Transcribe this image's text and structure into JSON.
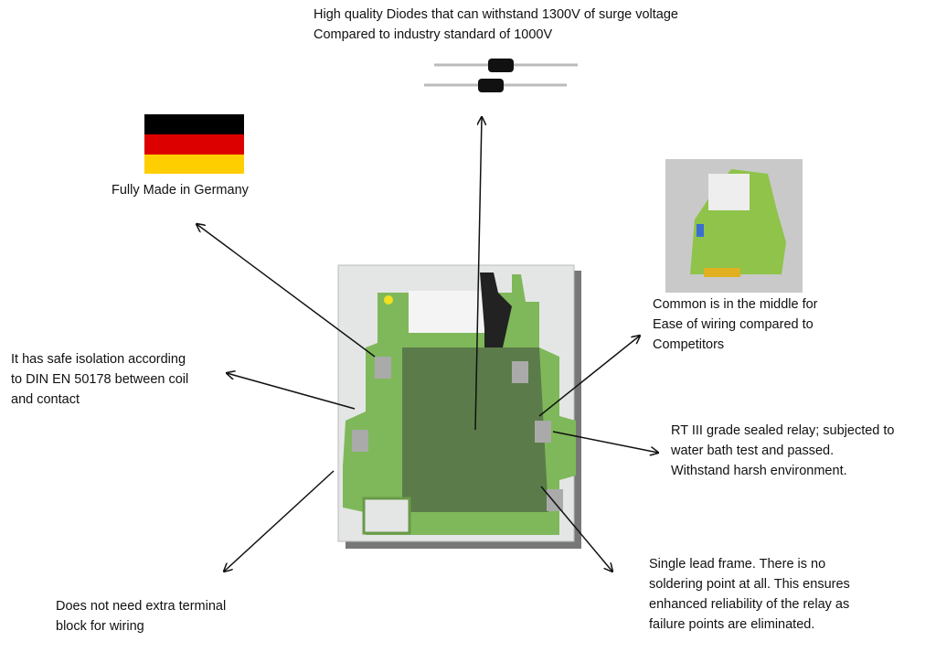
{
  "notes": {
    "diodes": [
      "High quality Diodes that can withstand 1300V of surge voltage",
      "Compared to industry standard of 1000V"
    ],
    "germany": [
      "Fully Made in Germany"
    ],
    "common": [
      "Common is in the middle for",
      "Ease of wiring compared to",
      "Competitors"
    ],
    "isolation": [
      "It has safe isolation according",
      "to DIN EN 50178 between coil",
      "and contact"
    ],
    "sealed": [
      "RT III grade sealed relay; subjected to",
      "water bath test and passed.",
      "Withstand harsh environment."
    ],
    "lead_frame": [
      "Single lead frame. There is no",
      "soldering point at all. This ensures",
      "enhanced reliability of the relay as",
      "failure points are eliminated."
    ],
    "terminal": [
      "Does not need extra terminal",
      "block for wiring"
    ]
  },
  "colors": {
    "flag_black": "#000000",
    "flag_red": "#dd0000",
    "flag_gold": "#ffce00",
    "pcb_green": "#7fb85a",
    "arrow": "#111111"
  },
  "images": [
    "diodes-photo",
    "german-flag",
    "relay-module-photo",
    "relay-pcb-photo"
  ]
}
